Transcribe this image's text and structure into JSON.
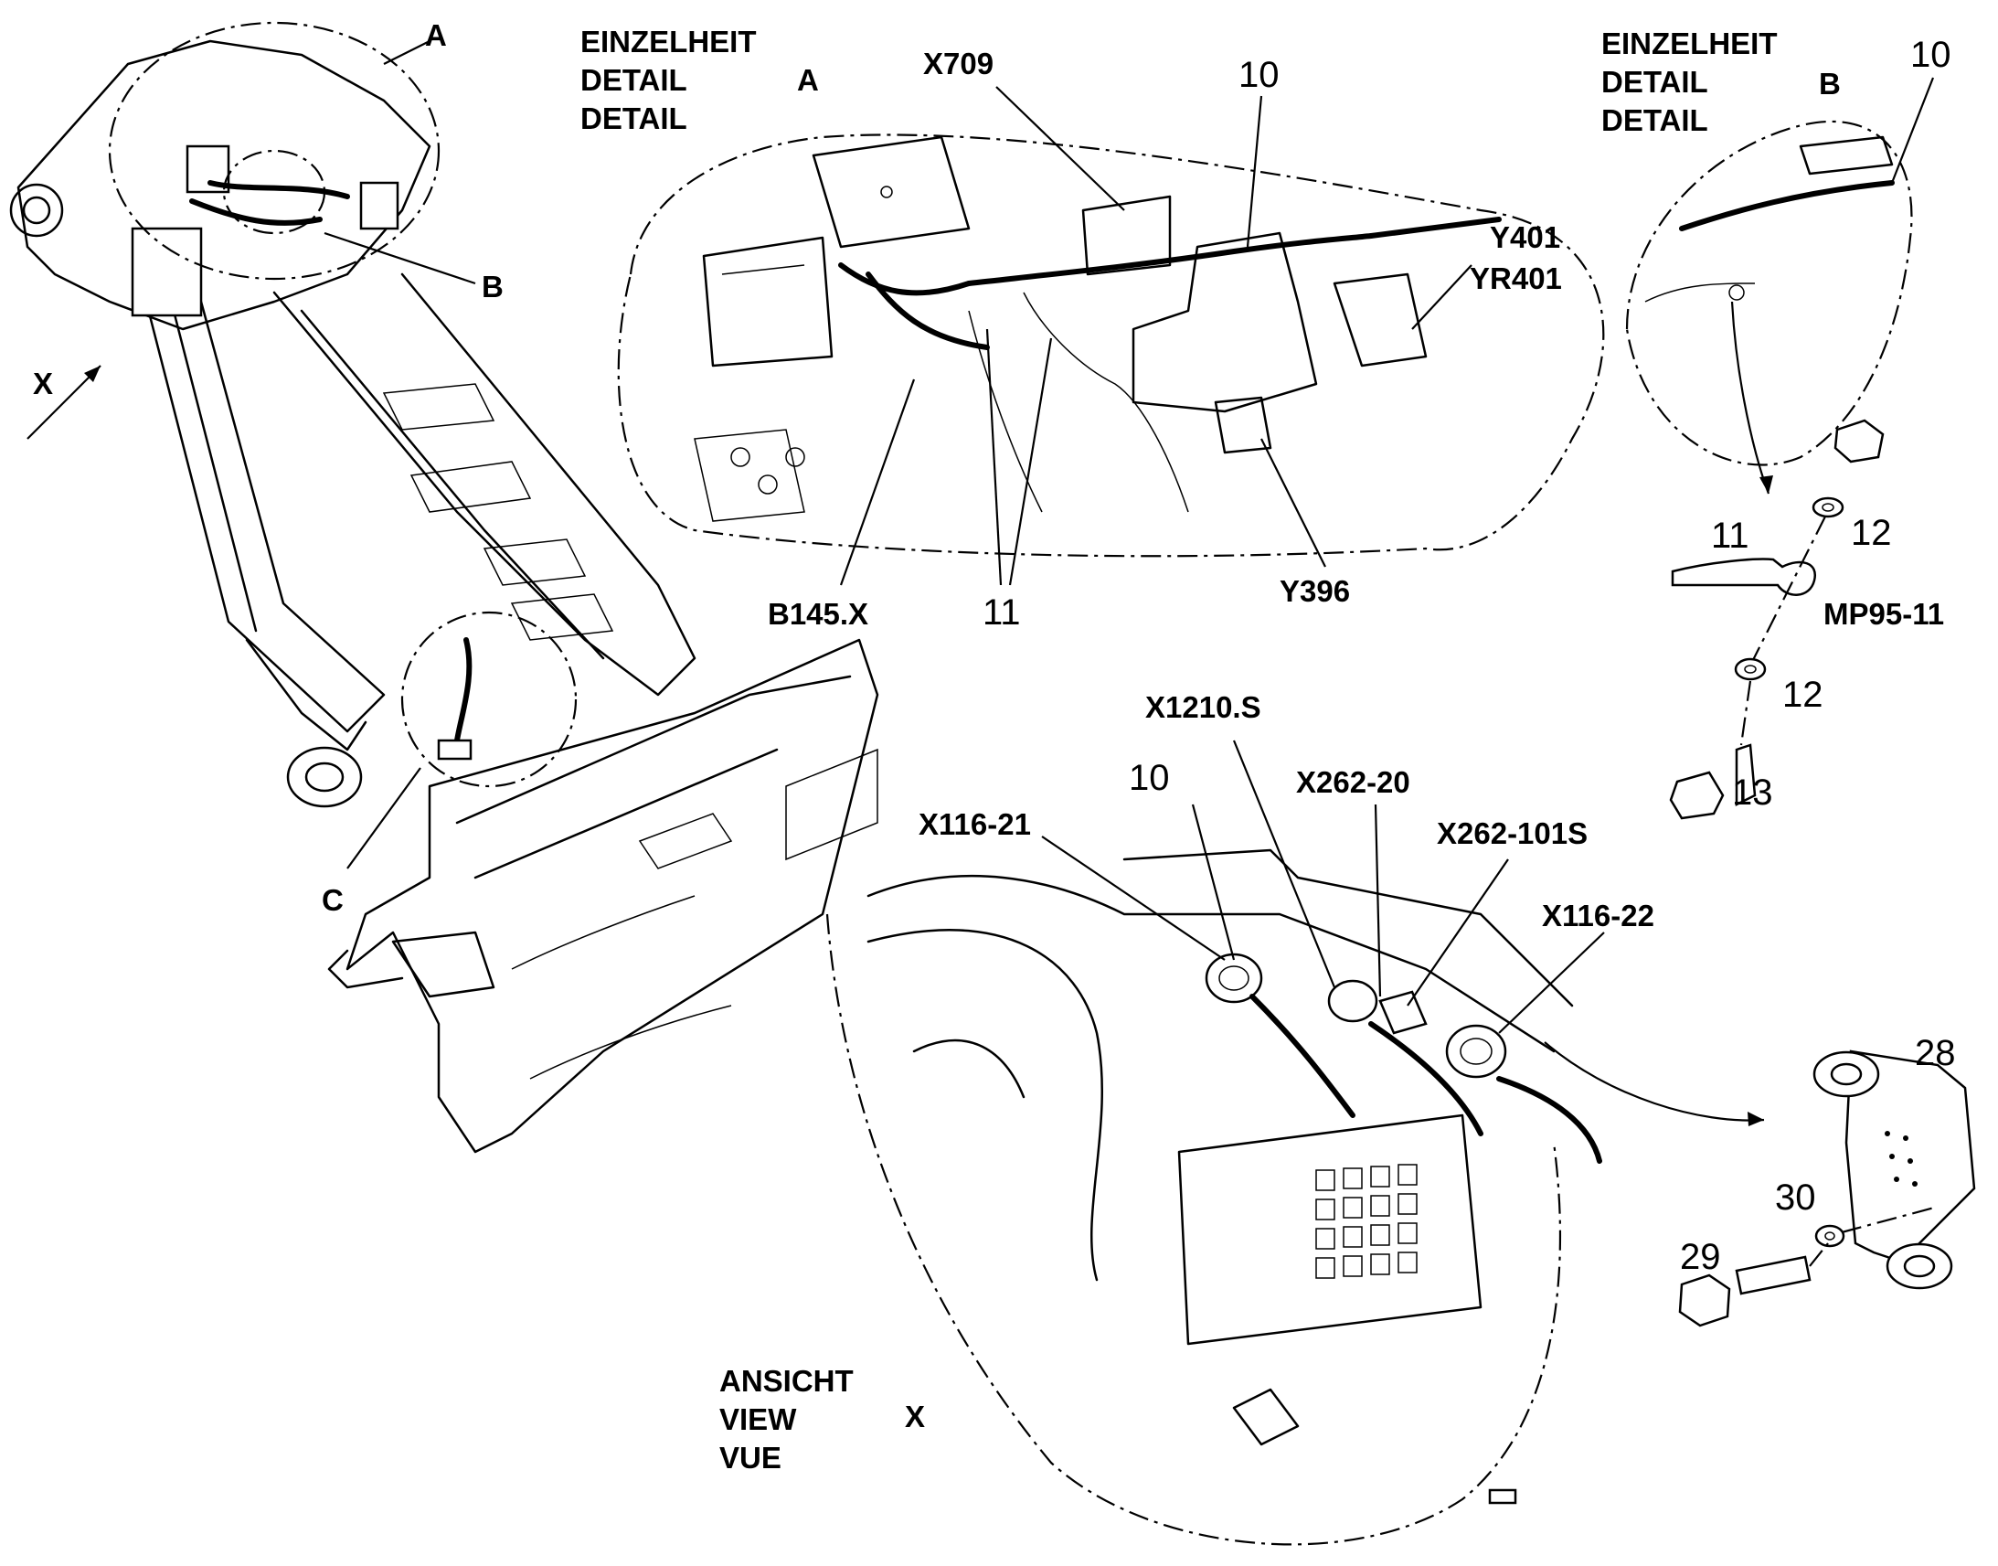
{
  "details": {
    "a": {
      "line1": "EINZELHEIT",
      "line2": "DETAIL",
      "line3": "DETAIL",
      "letter": "A"
    },
    "b": {
      "line1": "EINZELHEIT",
      "line2": "DETAIL",
      "line3": "DETAIL",
      "letter": "B"
    }
  },
  "view": {
    "line1": "ANSICHT",
    "line2": "VIEW",
    "line3": "VUE",
    "letter": "X"
  },
  "callouts": {
    "ring_a": "A",
    "ring_b": "B",
    "ring_c": "C",
    "view_arrow": "X"
  },
  "labels": {
    "x709": "X709",
    "a_10": "10",
    "y401": "Y401",
    "yr401": "YR401",
    "b145x": "B145.X",
    "a_11": "11",
    "y396": "Y396",
    "b_10": "10",
    "b_11": "11",
    "b_12_top": "12",
    "mp95": "MP95-11",
    "b_12_bottom": "12",
    "b_13": "13",
    "x1210s": "X1210.S",
    "v_10": "10",
    "x262_20": "X262-20",
    "x116_21": "X116-21",
    "x262_101s": "X262-101S",
    "x116_22": "X116-22",
    "p28": "28",
    "p30": "30",
    "p29": "29"
  }
}
